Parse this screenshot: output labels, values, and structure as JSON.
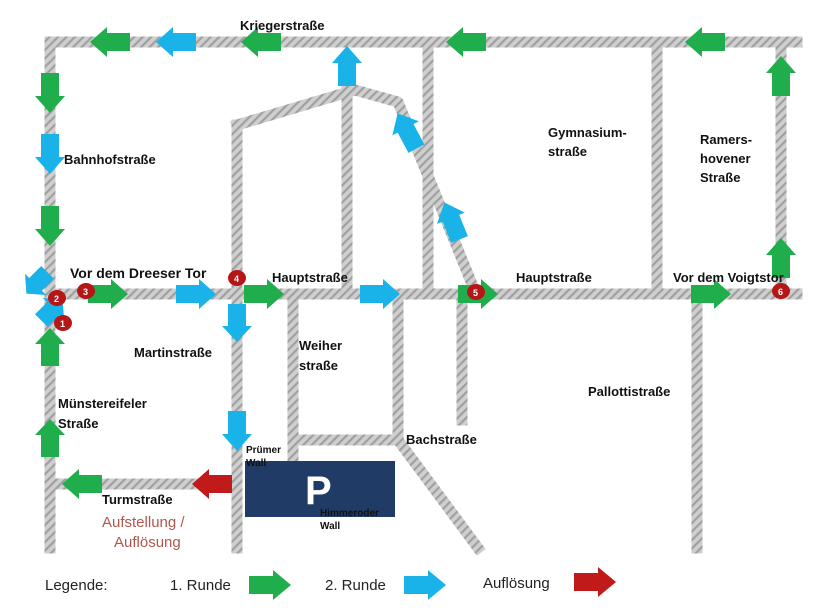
{
  "colors": {
    "road": "#c8c8c8",
    "road_hatch": "#9a9a9a",
    "round1": "#1fae4b",
    "round2": "#19b3ea",
    "dissolve": "#c01a1a",
    "marker": "#b51616",
    "parking": "#1f3b66"
  },
  "streets": {
    "kriegerstrasse": "Kriegerstraße",
    "bahnhofstrasse": "Bahnhofstraße",
    "gymnasium_1": "Gymnasium-",
    "gymnasium_2": "straße",
    "ramers_1": "Ramers-",
    "ramers_2": "hovener",
    "ramers_3": "Straße",
    "vor_dem_dreeser_tor": "Vor dem Dreeser Tor",
    "hauptstrasse_1": "Hauptstraße",
    "hauptstrasse_2": "Hauptstraße",
    "vor_dem_voigtstor": "Vor dem Voigtstor",
    "martinstrasse": "Martinstraße",
    "weiher_1": "Weiher",
    "weiher_2": "straße",
    "pallottistrasse": "Pallottistraße",
    "muenstereifeler_1": "Münstereifeler",
    "muenstereifeler_2": "Straße",
    "bachstrasse": "Bachstraße",
    "pruemer_1": "Prümer",
    "pruemer_2": "Wall",
    "himmeroder_1": "Himmeroder",
    "himmeroder_2": "Wall",
    "turmstrasse": "Turmstraße",
    "aufstellung": "Aufstellung /",
    "aufloesung": "Auflösung"
  },
  "parking_symbol": "P",
  "markers": [
    "1",
    "2",
    "3",
    "4",
    "5",
    "6"
  ],
  "legend": {
    "title": "Legende:",
    "round1": "1. Runde",
    "round2": "2. Runde",
    "dissolve": "Auflösung"
  }
}
